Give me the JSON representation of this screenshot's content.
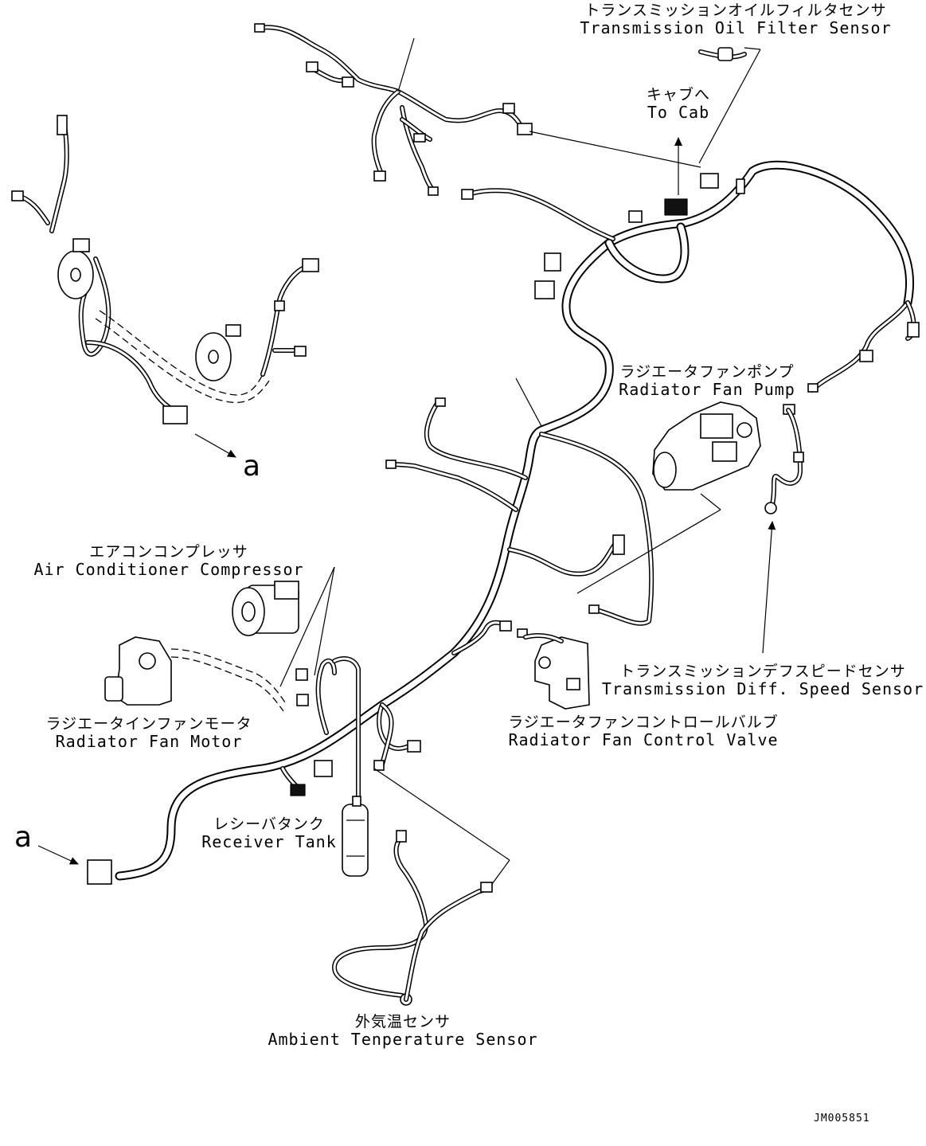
{
  "labels": {
    "trans_oil_filter_jp": "トランスミッションオイルフィルタセンサ",
    "trans_oil_filter_en": "Transmission Oil Filter Sensor",
    "to_cab_jp": "キャブへ",
    "to_cab_en": "To Cab",
    "radiator_fan_pump_jp": "ラジエータファンポンプ",
    "radiator_fan_pump_en": "Radiator Fan Pump",
    "ac_compressor_jp": "エアコンコンプレッサ",
    "ac_compressor_en": "Air Conditioner Compressor",
    "radiator_fan_motor_jp": "ラジエータインファンモータ",
    "radiator_fan_motor_en": "Radiator Fan Motor",
    "trans_diff_speed_jp": "トランスミッションデフスピードセンサ",
    "trans_diff_speed_en": "Transmission Diff. Speed Sensor",
    "radiator_fan_control_valve_jp": "ラジエータファンコントロールバルブ",
    "radiator_fan_control_valve_en": "Radiator Fan Control Valve",
    "receiver_tank_jp": "レシーバタンク",
    "receiver_tank_en": "Receiver Tank",
    "ambient_temp_jp": "外気温センサ",
    "ambient_temp_en": "Ambient Tenperature Sensor",
    "ref_letter_top": "a",
    "ref_letter_bottom": "a",
    "doc_id": "JM005851"
  }
}
